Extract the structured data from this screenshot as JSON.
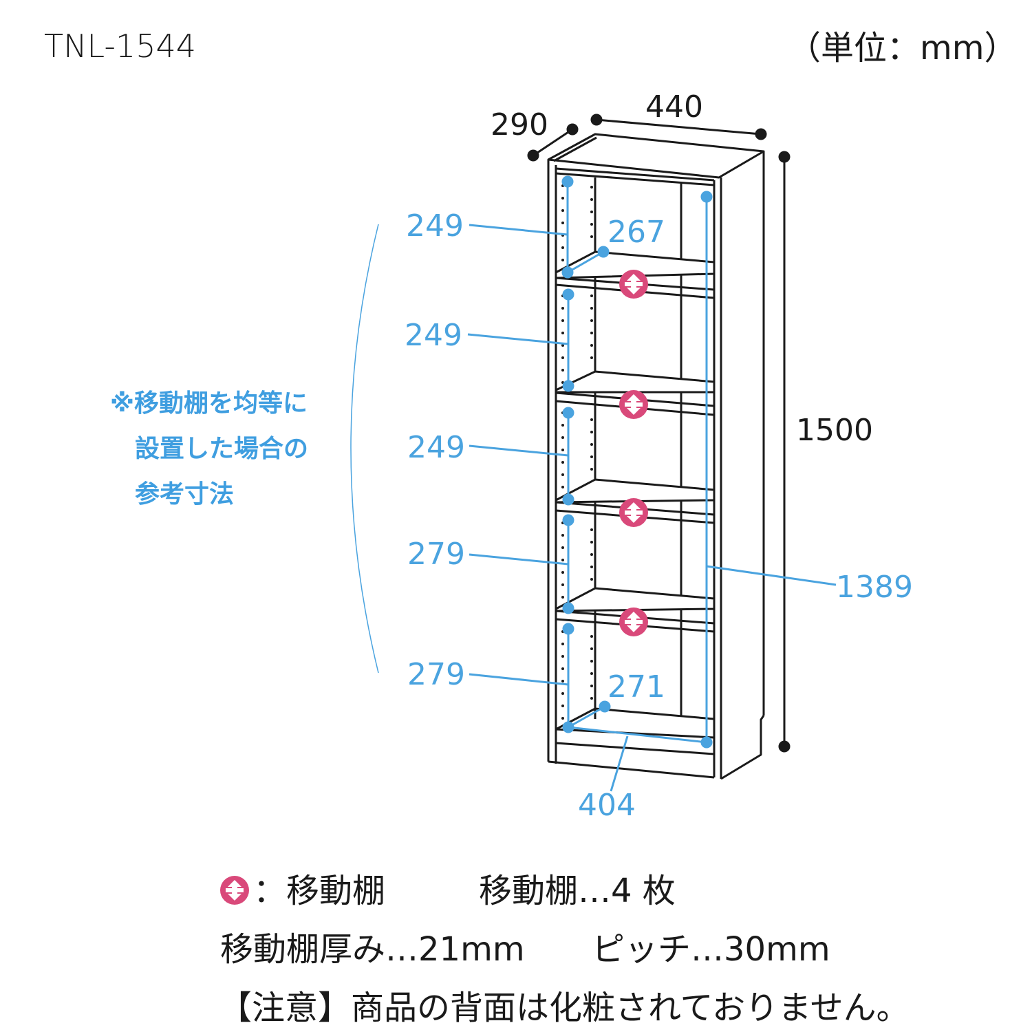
{
  "header": {
    "model": "TNL-1544",
    "unit_label": "（単位：mm）"
  },
  "dimensions": {
    "depth": "290",
    "width": "440",
    "height": "1500",
    "inner_height": "1389",
    "inner_width": "404",
    "shelf_depth_top": "267",
    "shelf_depth_bottom": "271",
    "compartments": [
      "249",
      "249",
      "249",
      "279",
      "279"
    ]
  },
  "note": {
    "line1": "※移動棚を均等に",
    "line2": "設置した場合の",
    "line3": "参考寸法"
  },
  "legend": {
    "icon": "movable-shelf-icon",
    "icon_label": "：移動棚",
    "shelf_count": "移動棚…4 枚",
    "shelf_thickness": "移動棚厚み…21mm",
    "pitch": "ピッチ…30mm",
    "caution": "【注意】商品の背面は化粧されておりません。"
  },
  "colors": {
    "line": "#1a1a1a",
    "dimension_blue": "#4aa3df",
    "note_blue": "#3f9ee0",
    "shelf_icon_pink": "#d9497a"
  }
}
